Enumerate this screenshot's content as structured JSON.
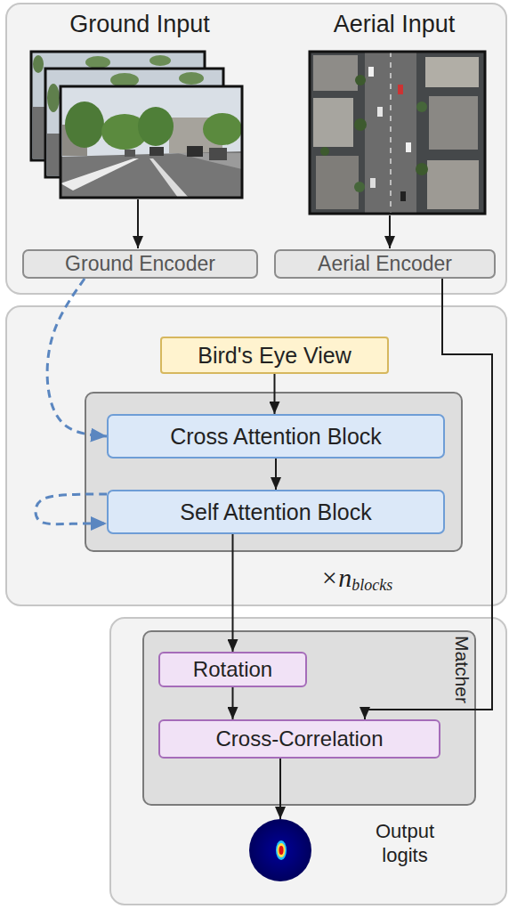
{
  "diagram": {
    "nodes": [
      {
        "text": [
          "Ground Encoder"
        ]
      },
      {
        "text": [
          "Aerial Encoder"
        ]
      },
      {
        "text": [
          "Bird's Eye View"
        ]
      },
      {
        "text": [
          "×n",
          "blocks"
        ]
      },
      {
        "text": [
          "Cross Attention Block"
        ],
        "in": 3
      },
      {
        "text": [
          "Self Attention Block"
        ],
        "in": 3
      },
      {
        "text": [
          "Matcher"
        ]
      },
      {
        "text": [
          "Rotation"
        ],
        "in": 6
      },
      {
        "text": [
          "Cross-Correlation"
        ],
        "in": 6
      },
      {
        "text": [
          "Output logits"
        ]
      }
    ],
    "edges": [
      {
        "from": 2,
        "to": 4,
        "arrow": "to"
      },
      {
        "from": 0,
        "to": 4,
        "arrow": "to"
      },
      {
        "from": 4,
        "to": 5,
        "arrow": "to"
      },
      {
        "from": 5,
        "to": 5,
        "arrow": "to"
      },
      {
        "from": 5,
        "to": 7,
        "arrow": "to"
      },
      {
        "from": 7,
        "to": 8,
        "arrow": "to"
      },
      {
        "from": 1,
        "to": 8,
        "arrow": "to"
      },
      {
        "from": 8,
        "to": 9,
        "arrow": "to"
      }
    ],
    "labels": [
      "Ground Input",
      "Aerial Input"
    ]
  }
}
